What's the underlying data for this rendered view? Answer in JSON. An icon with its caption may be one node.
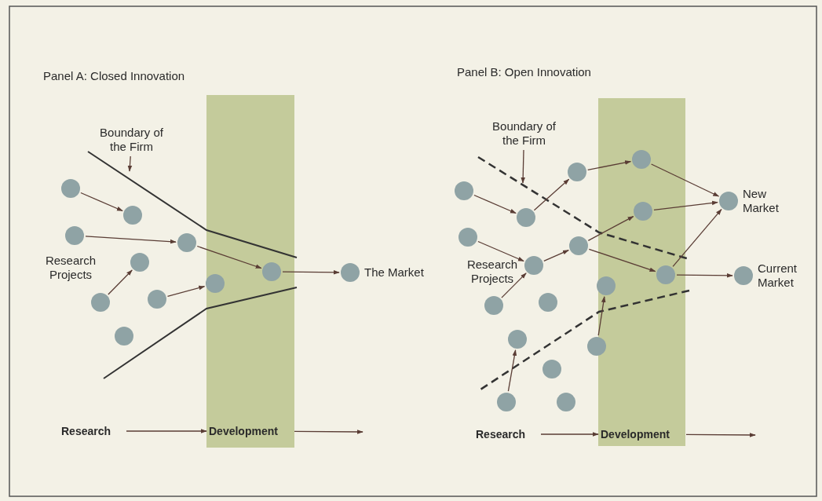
{
  "diagram": {
    "nodes": [
      {
        "text": [
          "Boundary of the Firm"
        ]
      },
      {
        "text": [],
        "shape": "circle"
      },
      {
        "text": [],
        "shape": "circle"
      },
      {
        "text": [],
        "shape": "circle"
      },
      {
        "text": [],
        "shape": "circle"
      },
      {
        "text": [],
        "shape": "circle"
      },
      {
        "text": [],
        "shape": "circle"
      },
      {
        "text": [],
        "shape": "circle",
        "beside": [
          "The Market"
        ]
      },
      {
        "text": [],
        "shape": "circle"
      },
      {
        "text": [],
        "shape": "circle"
      },
      {
        "text": [],
        "shape": "circle"
      },
      {
        "text": [],
        "shape": "circle"
      },
      {
        "text": [
          "Research"
        ]
      },
      {
        "text": [
          "Development"
        ]
      },
      {
        "text": [
          "Boundary of the Firm"
        ]
      },
      {
        "text": [],
        "shape": "circle"
      },
      {
        "text": [],
        "shape": "circle"
      },
      {
        "text": [],
        "shape": "circle"
      },
      {
        "text": [],
        "shape": "circle"
      },
      {
        "text": [],
        "shape": "circle"
      },
      {
        "text": [],
        "shape": "circle"
      },
      {
        "text": [],
        "shape": "circle",
        "beside": [
          "New Market"
        ]
      },
      {
        "text": [],
        "shape": "circle"
      },
      {
        "text": [],
        "shape": "circle"
      },
      {
        "text": [],
        "shape": "circle"
      },
      {
        "text": [],
        "shape": "circle",
        "beside": [
          "Current Market"
        ]
      },
      {
        "text": [],
        "shape": "circle"
      },
      {
        "text": [],
        "shape": "circle"
      },
      {
        "text": [],
        "shape": "circle"
      },
      {
        "text": [],
        "shape": "circle"
      },
      {
        "text": [],
        "shape": "circle"
      },
      {
        "text": [],
        "shape": "circle"
      },
      {
        "text": [],
        "shape": "circle"
      },
      {
        "text": [],
        "shape": "circle"
      },
      {
        "text": [
          "Research"
        ]
      },
      {
        "text": [
          "Development"
        ]
      }
    ],
    "edges": [
      {
        "from": 0,
        "to": null,
        "arrow": "to"
      },
      {
        "from": 1,
        "to": 2,
        "arrow": "to"
      },
      {
        "from": 3,
        "to": 4,
        "arrow": "to"
      },
      {
        "from": 10,
        "to": 8,
        "arrow": "to"
      },
      {
        "from": 9,
        "to": 5,
        "arrow": "to"
      },
      {
        "from": 4,
        "to": 6,
        "arrow": "to"
      },
      {
        "from": 6,
        "to": 7,
        "arrow": "to"
      },
      {
        "from": 12,
        "to": 13,
        "arrow": "to"
      },
      {
        "from": 13,
        "to": null,
        "arrow": "to"
      },
      {
        "from": 14,
        "to": null,
        "arrow": "to"
      },
      {
        "from": 15,
        "to": 16,
        "arrow": "to"
      },
      {
        "from": 16,
        "to": 18,
        "arrow": "to"
      },
      {
        "from": 18,
        "to": 19,
        "arrow": "to"
      },
      {
        "from": 19,
        "to": 21,
        "arrow": "to"
      },
      {
        "from": 17,
        "to": 23,
        "arrow": "to"
      },
      {
        "from": 22,
        "to": 20,
        "arrow": "to"
      },
      {
        "from": 20,
        "to": 21,
        "arrow": "to"
      },
      {
        "from": 22,
        "to": 24,
        "arrow": "to"
      },
      {
        "from": 24,
        "to": 21,
        "arrow": "to"
      },
      {
        "from": 24,
        "to": 25,
        "arrow": "to"
      },
      {
        "from": 23,
        "to": 22,
        "arrow": "to"
      },
      {
        "from": 27,
        "to": 23,
        "arrow": "to"
      },
      {
        "from": 30,
        "to": 26,
        "arrow": "to"
      },
      {
        "from": 32,
        "to": 29,
        "arrow": "to"
      },
      {
        "from": 34,
        "to": 35,
        "arrow": "to"
      },
      {
        "from": 35,
        "to": null,
        "arrow": "to"
      }
    ],
    "labels": [
      "Panel A: Closed Innovation",
      "Research Projects",
      "Panel B: Open Innovation",
      "Research Projects"
    ]
  }
}
